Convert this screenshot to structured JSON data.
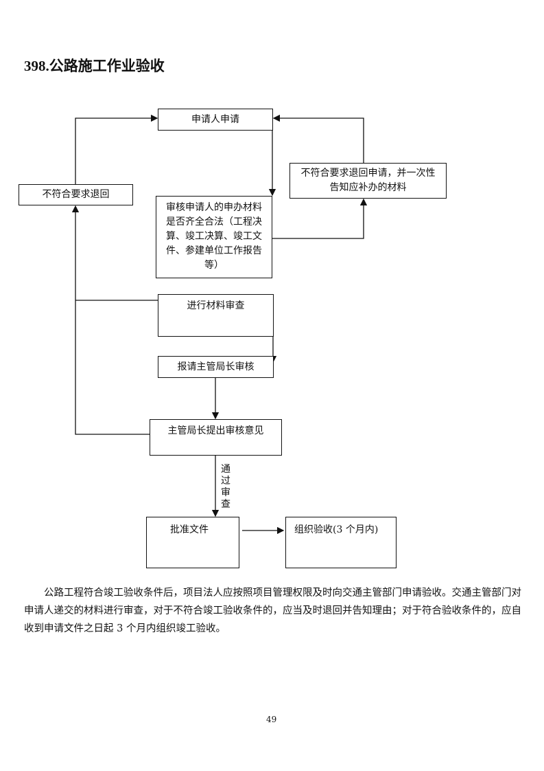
{
  "title": "398.公路施工作业验收",
  "flow": {
    "apply": "申请人申请",
    "reject_left": "不符合要求退回",
    "reject_right": "不符合要求退回申请，并一次性告知应补办的材料",
    "audit": "审核申请人的申办材料是否齐全合法（工程决算、竣工决算、竣工文件、参建单位工作报告等）",
    "review": "进行材料审查",
    "submit": "报请主管局长审核",
    "opinion": "主管局长提出审核意见",
    "pass_label": "通过审查",
    "approve": "批准文件",
    "accept": "组织验收(3 个月内)"
  },
  "paragraph": "公路工程符合竣工验收条件后，项目法人应按照项目管理权限及时向交通主管部门申请验收。交通主管部门对申请人递交的材料进行审查，对于不符合竣工验收条件的，应当及时退回并告知理由；对于符合验收条件的，应自收到申请文件之日起 3 个月内组织竣工验收。",
  "page_number": "49"
}
